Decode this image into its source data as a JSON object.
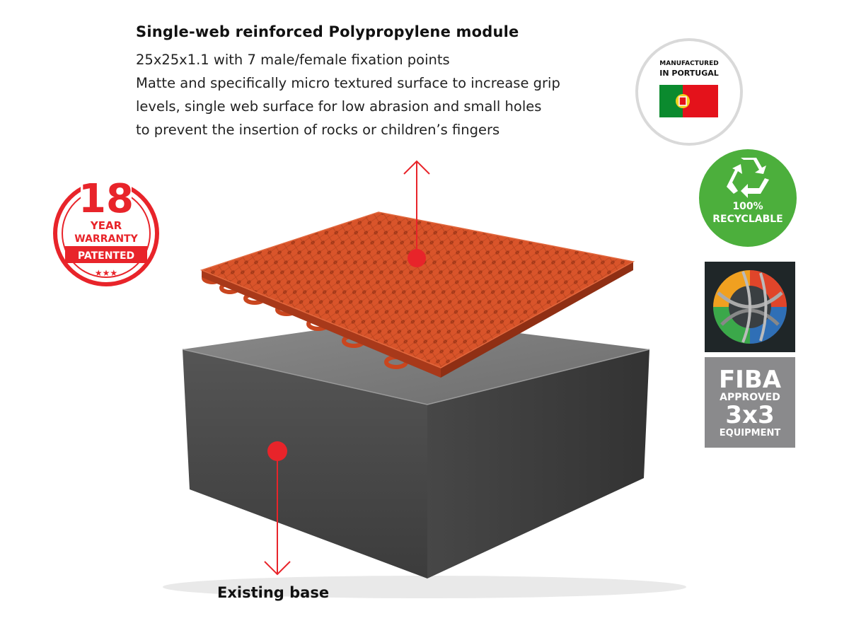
{
  "module": {
    "title": "Single-web reinforced Polypropylene module",
    "description": [
      "25x25x1.1 with 7 male/female fixation points",
      "Matte and specifically micro textured surface to increase grip",
      "levels, single web surface for low abrasion and small holes",
      "to prevent the insertion of rocks or children’s fingers"
    ]
  },
  "base": {
    "label": "Existing base"
  },
  "badges": {
    "warranty": {
      "number": "18",
      "line1": "YEAR",
      "line2": "WARRANTY",
      "line3": "PATENTED"
    },
    "portugal": {
      "line1": "MANUFACTURED",
      "line2": "IN PORTUGAL"
    },
    "recyclable": {
      "line1": "100%",
      "line2": "RECYCLABLE",
      "icon": "recycle-icon"
    },
    "fiba": {
      "line1": "FIBA",
      "line2": "APPROVED",
      "line3": "3x3",
      "line4": "EQUIPMENT",
      "icon": "basketball-logo-icon"
    }
  },
  "colors": {
    "tile": "#d9542a",
    "tile_dark": "#a8391a",
    "base_top": "#7d7d7d",
    "base_side": "#4a4a4a",
    "accent_red": "#e8242a",
    "recycle_green": "#4caf3c",
    "fiba_grey": "#8a8a8c",
    "fiba_dark": "#1f2628"
  }
}
